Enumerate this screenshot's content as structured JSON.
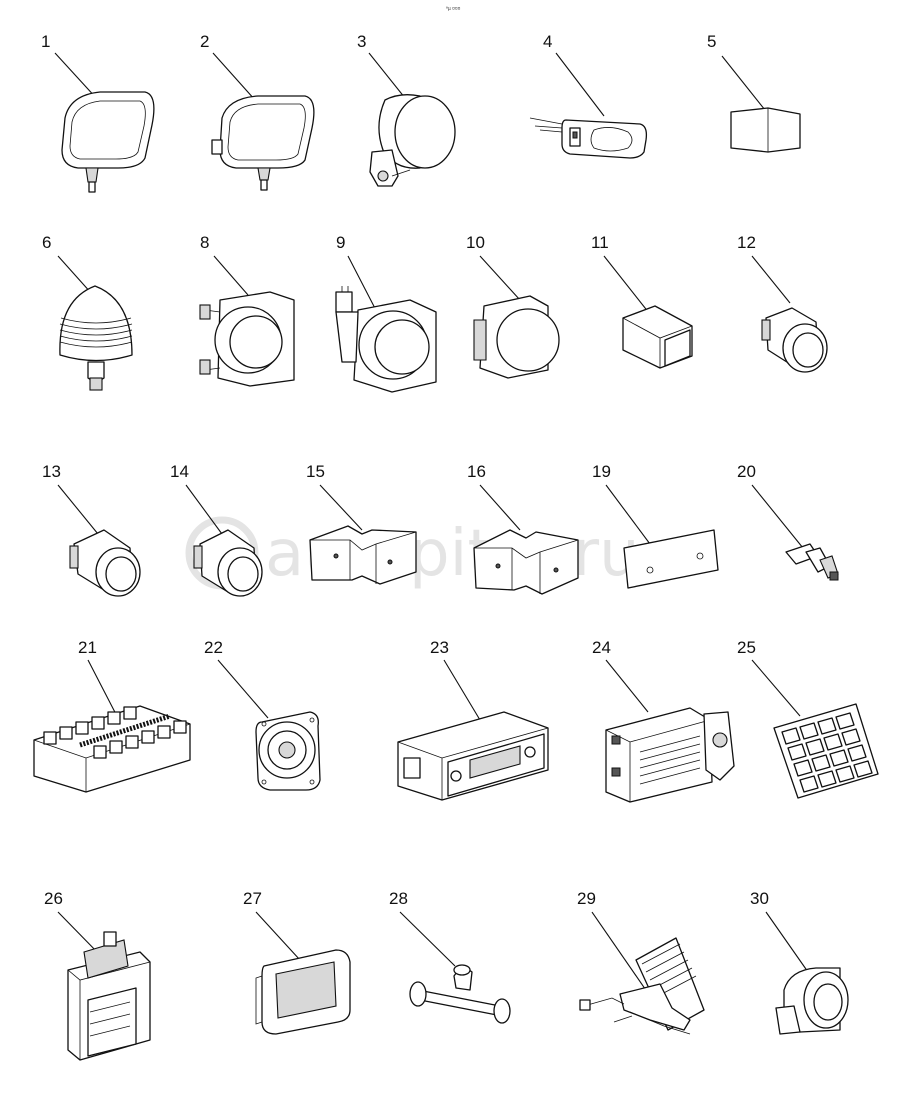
{
  "header_mark": "ªµ ¤¤¤",
  "watermark": "autopiter.ru",
  "parts": [
    "1",
    "2",
    "3",
    "4",
    "5",
    "6",
    "8",
    "9",
    "10",
    "11",
    "12",
    "13",
    "14",
    "15",
    "16",
    "19",
    "20",
    "21",
    "22",
    "23",
    "24",
    "25",
    "26",
    "27",
    "28",
    "29",
    "30"
  ]
}
